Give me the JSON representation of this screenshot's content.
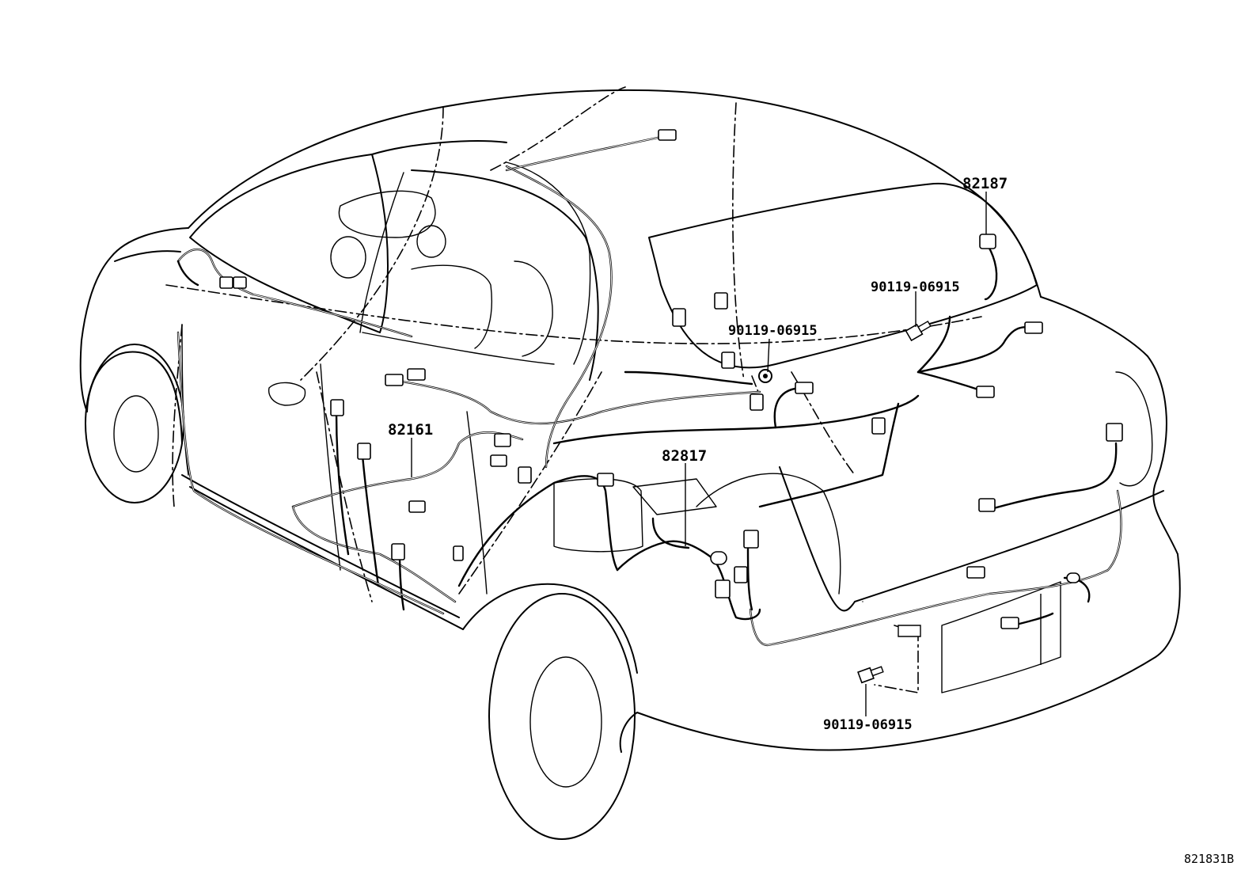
{
  "callouts": {
    "part_82187": "82187",
    "part_90119_a": "90119-06915",
    "part_90119_b": "90119-06915",
    "part_82161": "82161",
    "part_82817": "82817",
    "part_90119_c": "90119-06915"
  },
  "figure_code": "821831B"
}
